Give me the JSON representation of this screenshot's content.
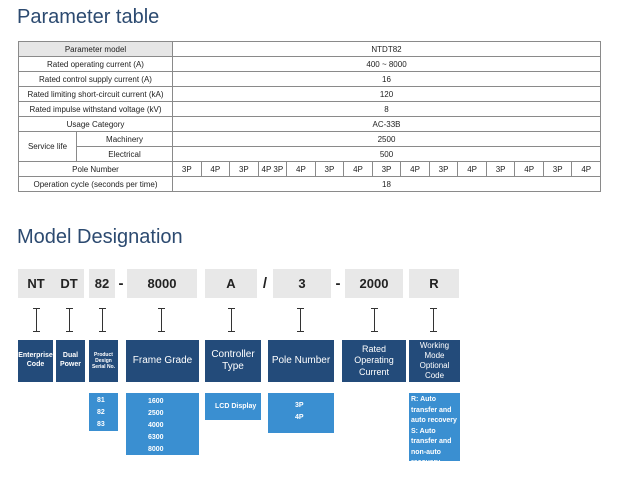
{
  "titles": {
    "parameter_table": "Parameter table",
    "model_designation": "Model Designation"
  },
  "parameter_table": {
    "rows": [
      {
        "label": "Parameter model",
        "value": "NTDT82"
      },
      {
        "label": "Rated operating current (A)",
        "value": "400 ~ 8000"
      },
      {
        "label": "Rated control supply current (A)",
        "value": "16"
      },
      {
        "label": "Rated limiting short-circuit current (kA)",
        "value": "120"
      },
      {
        "label": "Rated impulse withstand voltage (kV)",
        "value": "8"
      },
      {
        "label": "Usage Category",
        "value": "AC-33B"
      }
    ],
    "service_life": {
      "label": "Service life",
      "rows": [
        {
          "label": "Machinery",
          "value": "2500"
        },
        {
          "label": "Electrical",
          "value": "500"
        }
      ]
    },
    "pole_number": {
      "label": "Pole Number",
      "values": [
        "3P",
        "4P",
        "3P",
        "4P 3P",
        "4P",
        "3P",
        "4P",
        "3P",
        "4P",
        "3P",
        "4P",
        "3P",
        "4P",
        "3P",
        "4P"
      ]
    },
    "operation_cycle": {
      "label": "Operation cycle (seconds per time)",
      "value": "18"
    }
  },
  "model_code": {
    "segments": [
      "NT",
      "DT",
      "82",
      "-",
      "8000",
      "A",
      "/",
      "3",
      "-",
      "2000",
      "R"
    ]
  },
  "designation": {
    "boxes": [
      {
        "label": "Enterprise Code"
      },
      {
        "label": "Dual Power"
      },
      {
        "label": "Product Design Serial No."
      },
      {
        "label": "Frame Grade"
      },
      {
        "label": "Controller Type"
      },
      {
        "label": "Pole Number"
      },
      {
        "label": "Rated Operating Current"
      },
      {
        "label": "Working Mode Optional Code"
      }
    ],
    "options": {
      "serial": [
        "81",
        "82",
        "83"
      ],
      "frame": [
        "1600",
        "2500",
        "4000",
        "6300",
        "8000"
      ],
      "controller": [
        "LCD Display"
      ],
      "pole": [
        "3P",
        "4P"
      ],
      "working_mode": [
        "R: Auto transfer and auto recovery",
        "S: Auto transfer and non-auto recovery"
      ]
    }
  },
  "colors": {
    "title": "#2c4a70",
    "dark_box": "#234b7a",
    "light_box": "#3a8fd1",
    "code_cell": "#e8e8e8",
    "table_label": "#e6e6e6"
  }
}
